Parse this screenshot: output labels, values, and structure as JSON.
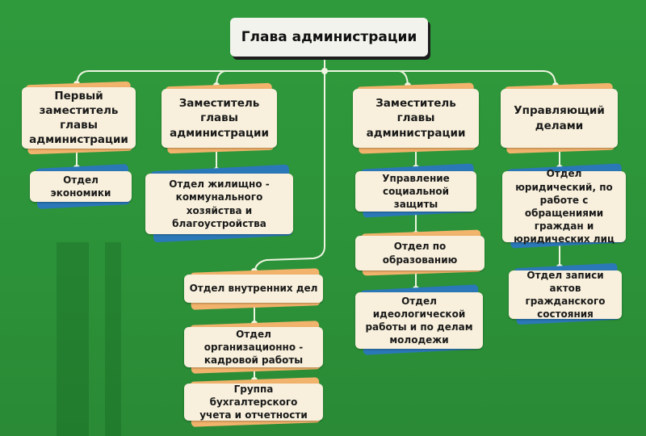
{
  "head": "Глава администрации",
  "deputies": [
    {
      "label": "Первый заместитель главы администрации"
    },
    {
      "label": "Заместитель главы администрации"
    },
    {
      "label": "Заместитель главы администрации"
    },
    {
      "label": "Управляющий делами"
    }
  ],
  "departments": {
    "economy": "Отдел экономики",
    "housing": "Отдел жилищно - коммунального хозяйства и благоустройства",
    "social": "Управление социальной защиты",
    "education": "Отдел по образованию",
    "ideology": "Отдел идеологической работы и по делам молодежи",
    "legal": "Отдел юридический, по работе с обращениями граждан и юридических лиц",
    "registry": "Отдел записи актов гражданского состояния",
    "internal": "Отдел внутренних дел",
    "personnel": "Отдел организационно - кадровой работы",
    "accounting": "Группа бухгалтерского учета и отчетности"
  }
}
